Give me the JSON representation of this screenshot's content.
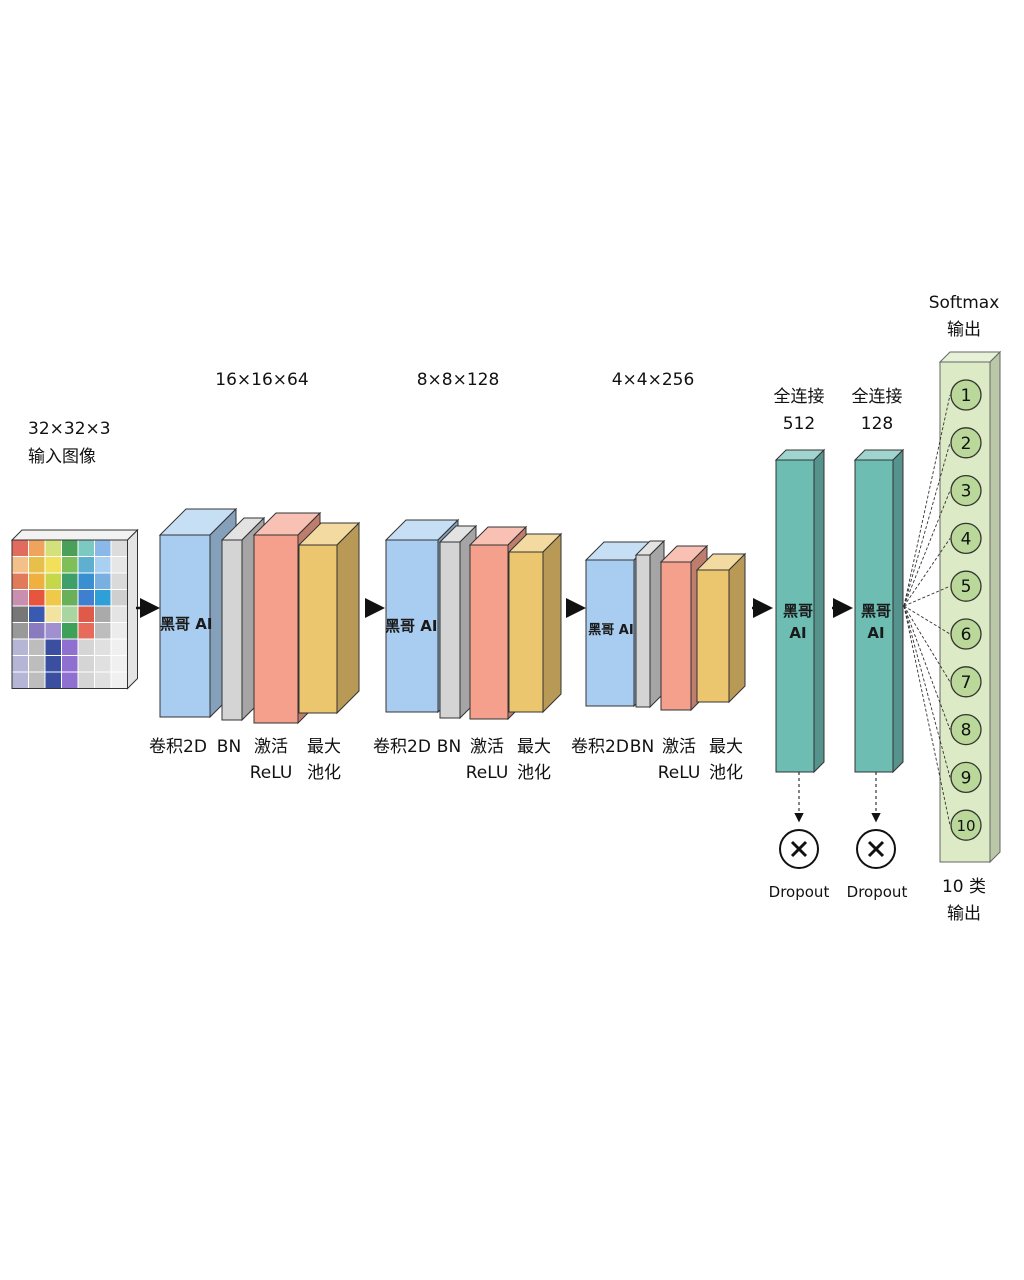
{
  "input": {
    "dims": "32×32×3",
    "label": "输入图像"
  },
  "stages": [
    {
      "dims": "16×16×64",
      "block_text": "黑哥 AI",
      "labels": {
        "conv": "卷积2D",
        "bn": "BN",
        "act_1": "激活",
        "act_2": "ReLU",
        "pool_1": "最大",
        "pool_2": "池化"
      }
    },
    {
      "dims": "8×8×128",
      "block_text": "黑哥 AI",
      "labels": {
        "conv": "卷积2D",
        "bn": "BN",
        "act_1": "激活",
        "act_2": "ReLU",
        "pool_1": "最大",
        "pool_2": "池化"
      }
    },
    {
      "dims": "4×4×256",
      "block_text": "黑哥 AI",
      "labels": {
        "conv": "卷积2D",
        "bn": "BN",
        "act_1": "激活",
        "act_2": "ReLU",
        "pool_1": "最大",
        "pool_2": "池化"
      }
    }
  ],
  "dense": [
    {
      "title": "全连接",
      "units": "512",
      "text_1": "黑哥",
      "text_2": "AI",
      "dropout_label": "Dropout"
    },
    {
      "title": "全连接",
      "units": "128",
      "text_1": "黑哥",
      "text_2": "AI",
      "dropout_label": "Dropout"
    }
  ],
  "output": {
    "title_1": "Softmax",
    "title_2": "输出",
    "classes": [
      "1",
      "2",
      "3",
      "4",
      "5",
      "6",
      "7",
      "8",
      "9",
      "10"
    ],
    "footer_1": "10 类",
    "footer_2": "输出"
  },
  "colors": {
    "conv": "#a9cdf0",
    "bn": "#d4d4d4",
    "relu": "#f4a08c",
    "pool": "#ecc66e",
    "dense": "#6dbdb3",
    "output_bg": "#dcebc6",
    "output_node": "#b9d89a",
    "stroke": "#333333"
  },
  "input_grid": [
    [
      "#e06b5e",
      "#f0a35c",
      "#d4e07a",
      "#4aa05a",
      "#7cc9c2",
      "#8ab8e8",
      "#dcdcdc"
    ],
    [
      "#f3c08a",
      "#e6c04a",
      "#f2df5a",
      "#7fbf5a",
      "#5fb0d0",
      "#a9d0f0",
      "#e6e6e6"
    ],
    [
      "#e07a5a",
      "#f0b040",
      "#c5d84a",
      "#3f9f6a",
      "#3a8fd0",
      "#7ab0e0",
      "#dadada"
    ],
    [
      "#c98fb0",
      "#e8553f",
      "#f0c94a",
      "#6ab05a",
      "#3f7fcf",
      "#2f9fd8",
      "#cfcfcf"
    ],
    [
      "#777777",
      "#3a5ab0",
      "#f3e3a0",
      "#a8d5a0",
      "#e05a4a",
      "#aaaaaa",
      "#e4e4e4"
    ],
    [
      "#999999",
      "#8a7ac0",
      "#a090d0",
      "#3fa05a",
      "#e86a5a",
      "#bdbdbd",
      "#ececec"
    ],
    [
      "#b5b5d5",
      "#bdbdbd",
      "#3a4fa0",
      "#8f6fd0",
      "#d5d5d5",
      "#e0e0e0",
      "#f0f0f0"
    ]
  ]
}
